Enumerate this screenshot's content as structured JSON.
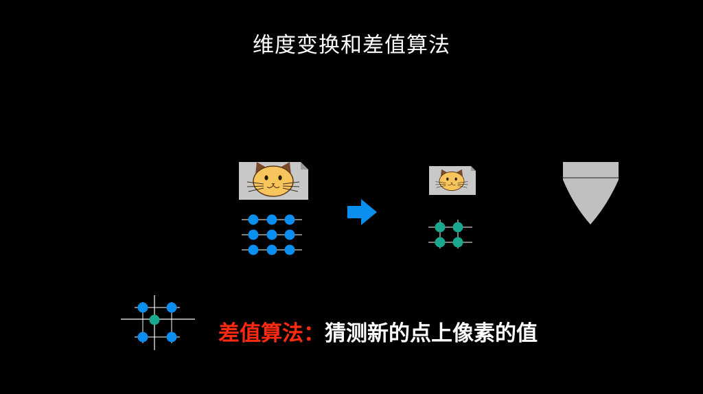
{
  "slide": {
    "title": "维度变换和差值算法",
    "caption_label": "差值算法：",
    "caption_text": "猜测新的点上像素的值"
  },
  "colors": {
    "background": "#000000",
    "title": "#ffffff",
    "caption_label": "#ff2a10",
    "caption_text": "#ffffff",
    "pixel_blue": "#0a8ef0",
    "pixel_teal": "#1aa88e",
    "arrow": "#0a8ef0",
    "card": "#c8c8c8",
    "shield": "#c0c0c0",
    "cat_face": "#f7c55c"
  },
  "icons": {
    "large_image": "cat-photo-icon",
    "small_image": "cat-photo-small-icon",
    "arrow": "right-arrow-icon",
    "shield": "shield-icon",
    "grid_large": "pixel-grid-3x3-icon",
    "grid_small": "pixel-grid-2x2-icon",
    "interp": "interpolation-grid-icon"
  }
}
